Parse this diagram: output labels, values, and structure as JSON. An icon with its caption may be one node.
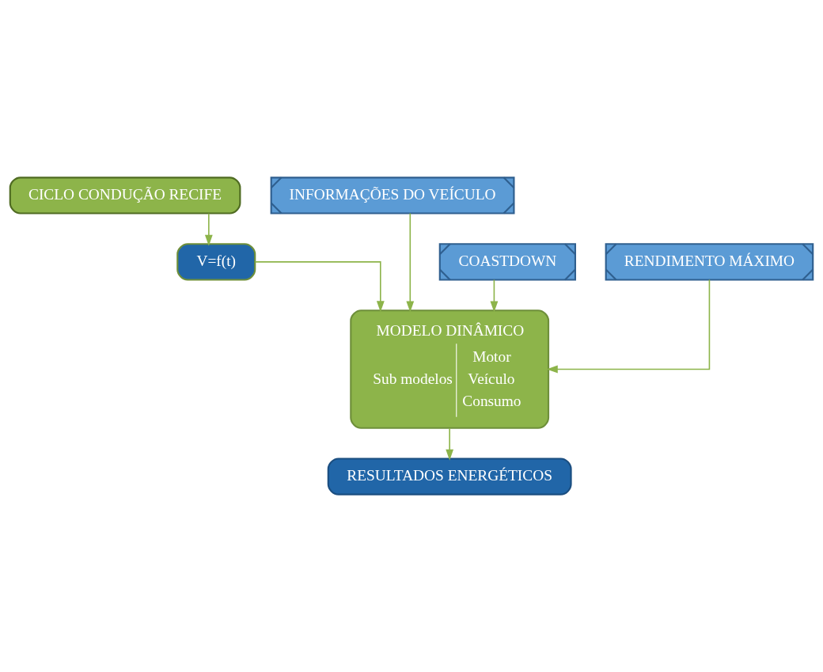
{
  "diagram": {
    "nodes": [
      {
        "text": [
          "CICLO CONDUÇÃO RECIFE"
        ]
      },
      {
        "text": [
          "V=f(t)"
        ]
      },
      {
        "text": [
          "MODELO DINÂMICO",
          "Sub modelos",
          "Motor",
          "Veículo",
          "Consumo"
        ]
      },
      {
        "text": [
          "RESULTADOS ENERGÉTICOS"
        ]
      },
      {
        "text": [
          "INFORMAÇÕES DO VEÍCULO"
        ]
      },
      {
        "text": [
          "COASTDOWN"
        ]
      },
      {
        "text": [
          "RENDIMENTO MÁXIMO"
        ]
      }
    ],
    "edges": [
      {
        "from": 0,
        "to": 1,
        "arrow": "to"
      },
      {
        "from": 1,
        "to": 2,
        "arrow": "to"
      },
      {
        "from": 4,
        "to": 2,
        "arrow": "to"
      },
      {
        "from": 5,
        "to": 2,
        "arrow": "to"
      },
      {
        "from": 6,
        "to": 2,
        "arrow": "to"
      },
      {
        "from": 2,
        "to": 3,
        "arrow": "to"
      }
    ]
  }
}
